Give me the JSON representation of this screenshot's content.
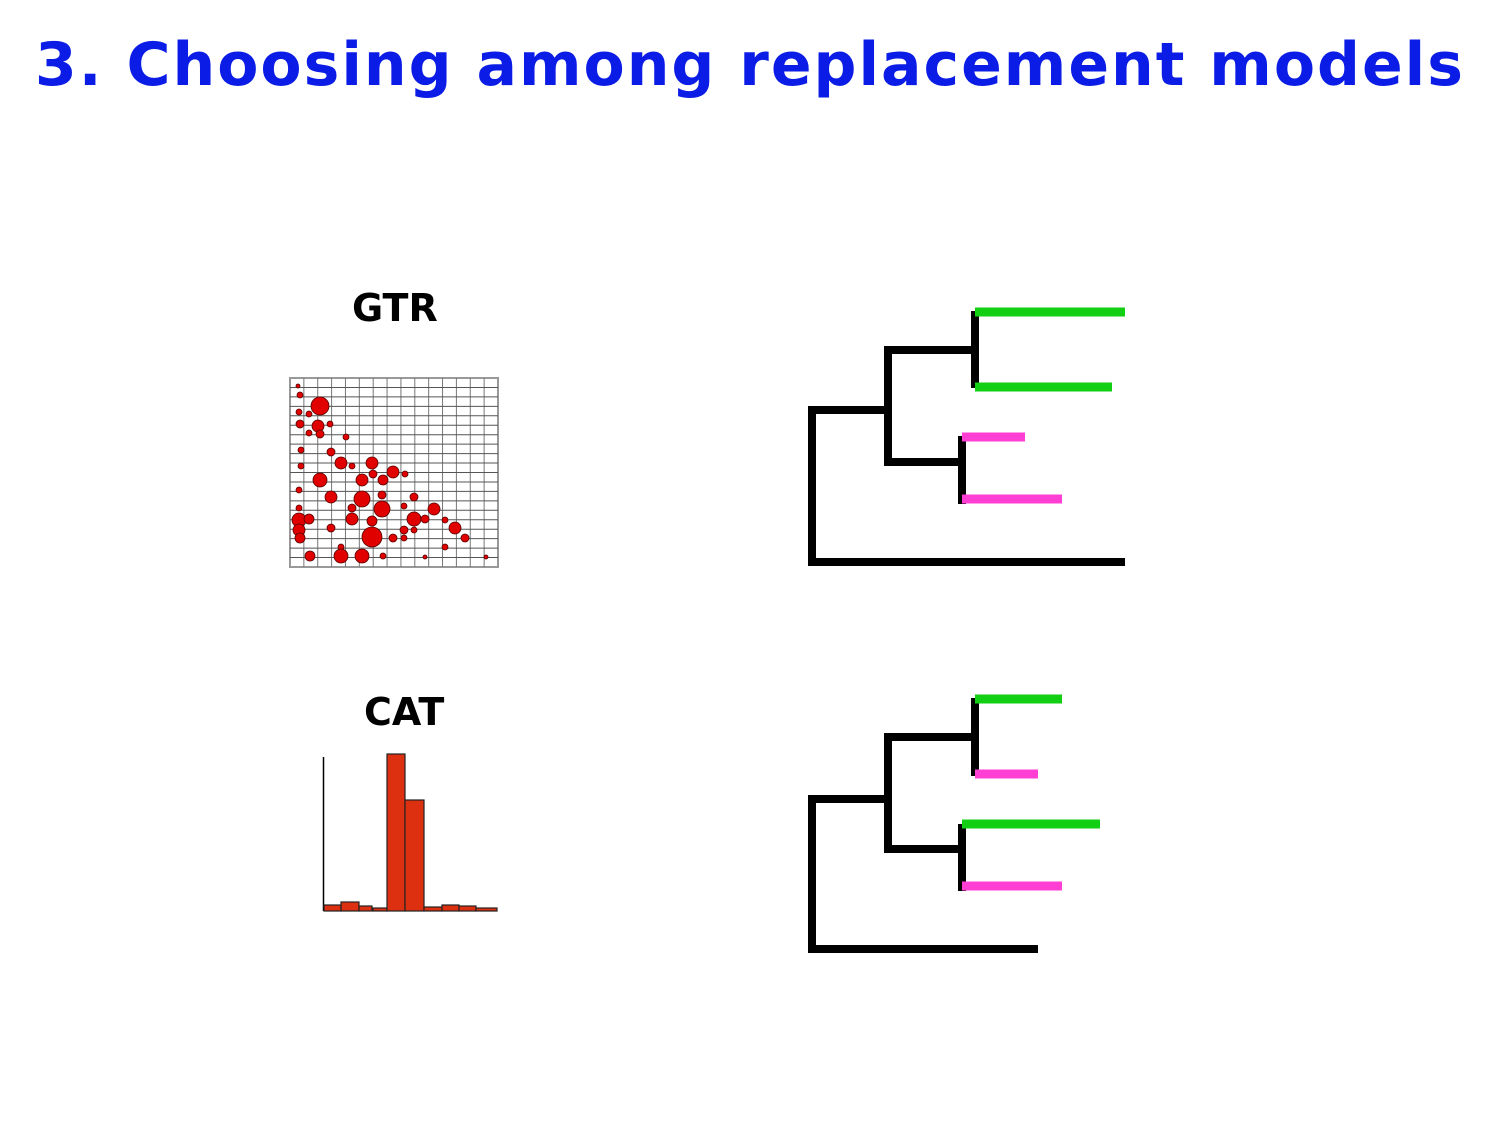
{
  "slide": {
    "title": "3. Choosing among replacement models",
    "title_color": "#0A1CE6"
  },
  "models": [
    {
      "label": "GTR",
      "figure": "exchangeability-bubble-matrix"
    },
    {
      "label": "CAT",
      "figure": "profile-histogram"
    }
  ],
  "colors": {
    "branch": "#000000",
    "green": "#13CF13",
    "pink": "#FF3FD4",
    "bubble": "#E00000",
    "bar": "#DD3010"
  }
}
